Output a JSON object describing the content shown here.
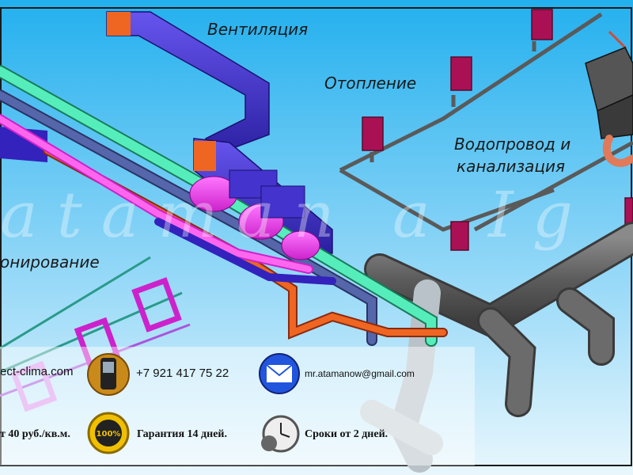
{
  "labels": {
    "ventilation": "Вентиляция",
    "heating": "Отопление",
    "water_line1": "Водопровод и",
    "water_line2": "канализация",
    "conditioning": "онирование"
  },
  "watermark": "ataman a Ig",
  "contacts": {
    "website": "ect-clima.com",
    "phone": "+7 921 417 75 22",
    "email": "mr.atamanow@gmail.com",
    "price": "т 40 руб./кв.м.",
    "guarantee": "Гарантия 14 дней.",
    "term": "Сроки от 2 дней.",
    "seal_text": "100%"
  },
  "colors": {
    "sky_top": "#2fb6f0",
    "sky_bottom": "#e8f6fd",
    "duct_blue": "#4433cc",
    "duct_pink": "#ee33dd",
    "duct_orange": "#ee6622",
    "pipe_green": "#55eebb",
    "pipe_slate": "#5566aa",
    "sewer_gray": "#666666",
    "heater_red": "#aa1155"
  },
  "icons": [
    "mobile-phone-icon",
    "email-envelope-icon",
    "guarantee-seal-icon",
    "stopwatch-icon"
  ]
}
